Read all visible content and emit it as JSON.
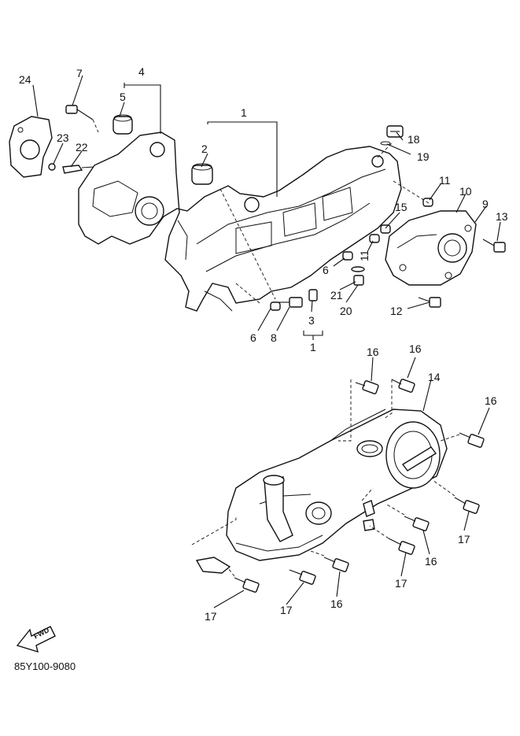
{
  "callouts": {
    "c24": "24",
    "c7": "7",
    "c4": "4",
    "c5": "5",
    "c1a": "1",
    "c2": "2",
    "c23": "23",
    "c22": "22",
    "c18": "18",
    "c19": "19",
    "c11a": "11",
    "c10": "10",
    "c9": "9",
    "c15": "15",
    "c13": "13",
    "c11b": "11",
    "c6a": "6",
    "c21": "21",
    "c20": "20",
    "c12": "12",
    "c3": "3",
    "c1b": "1",
    "c6b": "6",
    "c8": "8",
    "c16a": "16",
    "c16b": "16",
    "c14": "14",
    "c16c": "16",
    "c17a": "17",
    "c16d": "16",
    "c17b": "17",
    "c17c": "17",
    "c16e": "16",
    "c17d": "17"
  },
  "direction_badge": "FWD",
  "part_number": "85Y100-9080"
}
